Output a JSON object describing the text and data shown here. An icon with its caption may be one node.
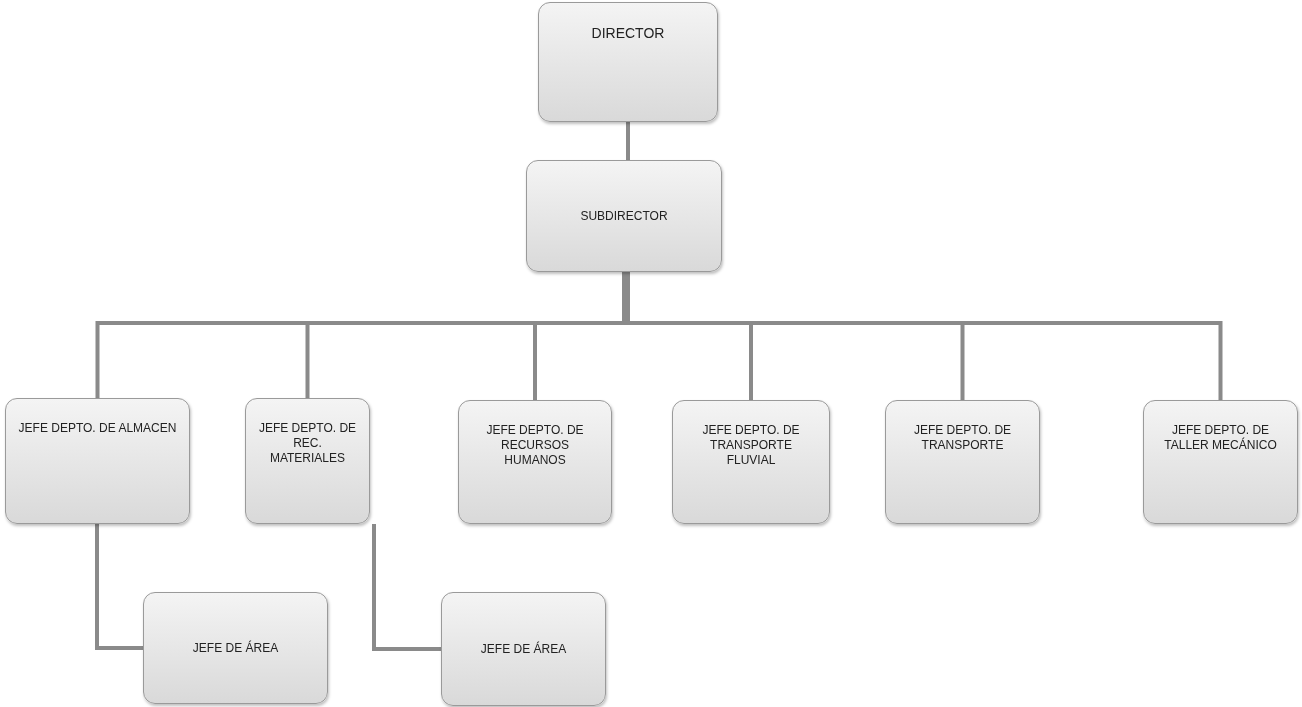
{
  "diagram": {
    "nodes": [
      {
        "text": [
          "DIRECTOR"
        ]
      },
      {
        "text": [
          "SUBDIRECTOR"
        ]
      },
      {
        "text": [
          "JEFE DEPTO. DE ALMACEN"
        ]
      },
      {
        "text": [
          "JEFE DEPTO. DE REC. MATERIALES"
        ]
      },
      {
        "text": [
          "JEFE DEPTO. DE RECURSOS HUMANOS"
        ]
      },
      {
        "text": [
          "JEFE DEPTO. DE TRANSPORTE FLUVIAL"
        ]
      },
      {
        "text": [
          "JEFE DEPTO. DE TRANSPORTE"
        ]
      },
      {
        "text": [
          "JEFE DEPTO. DE TALLER MECÁNICO"
        ]
      },
      {
        "text": [
          "JEFE DE ÁREA"
        ]
      },
      {
        "text": [
          "JEFE DE ÁREA"
        ]
      }
    ],
    "edges": [
      {
        "from": 0,
        "to": 1,
        "arrow": "none"
      },
      {
        "from": 1,
        "to": 2,
        "arrow": "none"
      },
      {
        "from": 1,
        "to": 3,
        "arrow": "none"
      },
      {
        "from": 1,
        "to": 4,
        "arrow": "none"
      },
      {
        "from": 1,
        "to": 5,
        "arrow": "none"
      },
      {
        "from": 1,
        "to": 6,
        "arrow": "none"
      },
      {
        "from": 1,
        "to": 7,
        "arrow": "none"
      },
      {
        "from": 2,
        "to": 8,
        "arrow": "none"
      },
      {
        "from": 3,
        "to": 9,
        "arrow": "none"
      }
    ]
  }
}
